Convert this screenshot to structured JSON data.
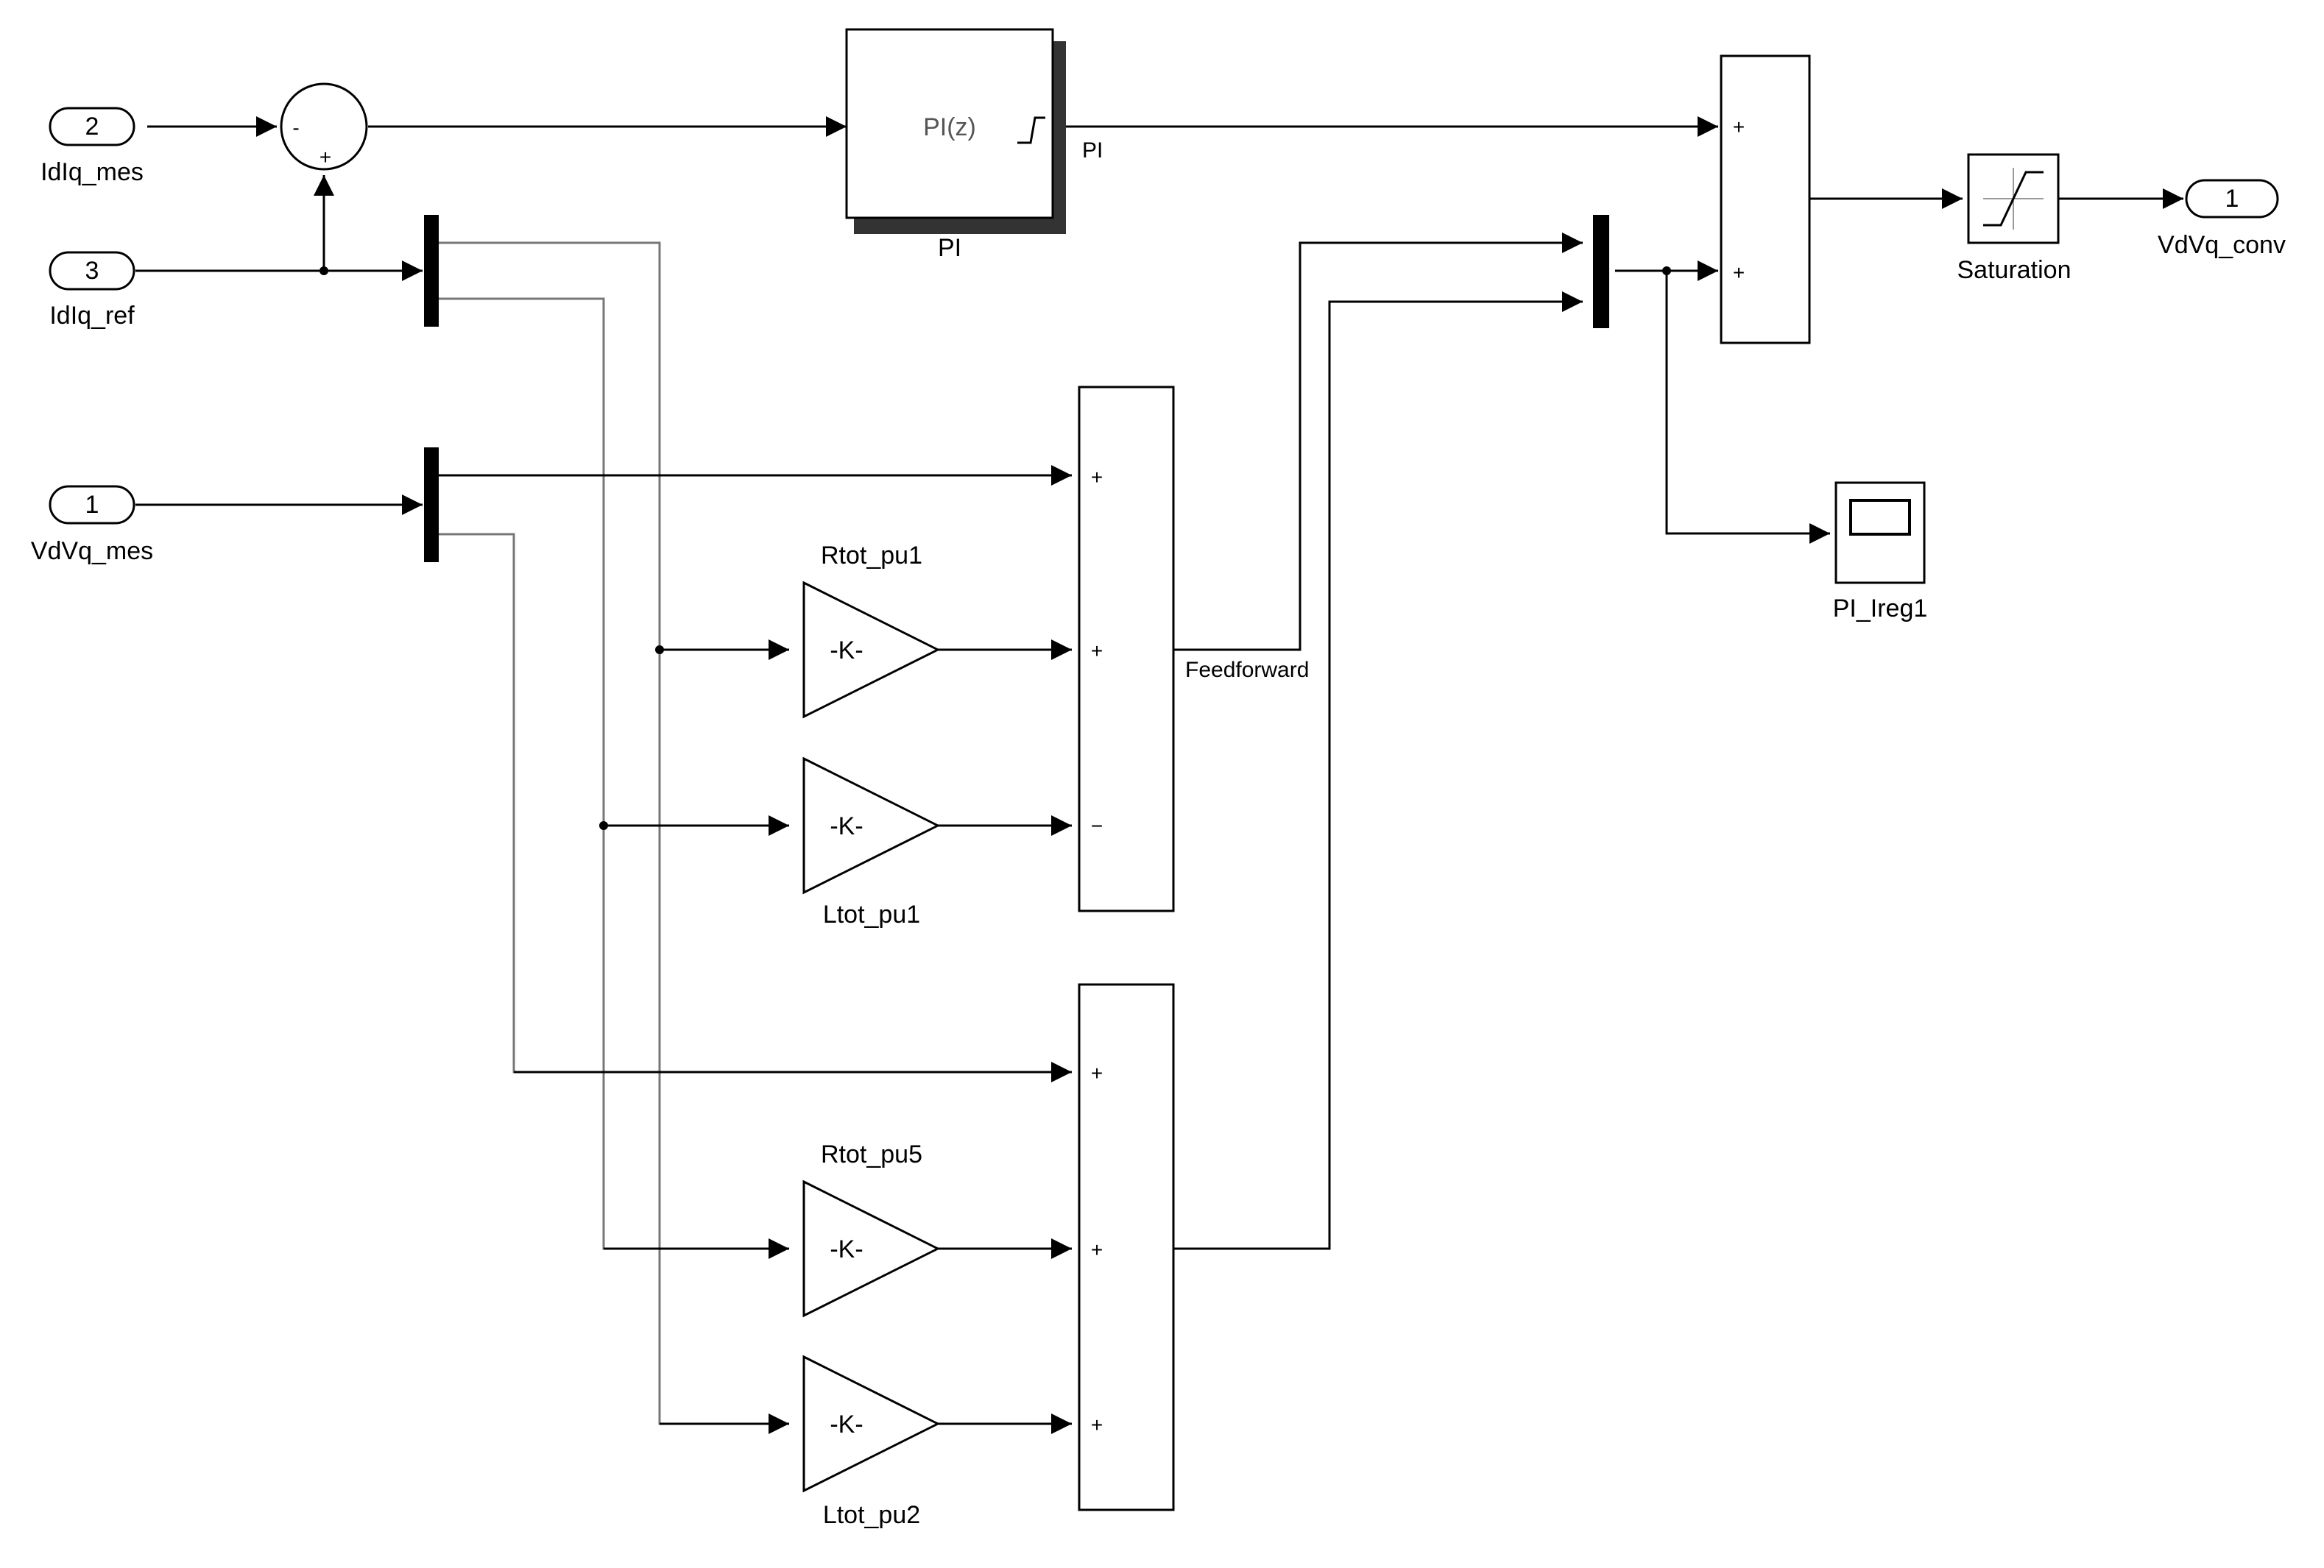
{
  "ports": {
    "in_idiq_mes": {
      "number": "2",
      "name": "IdIq_mes"
    },
    "in_idiq_ref": {
      "number": "3",
      "name": "IdIq_ref"
    },
    "in_vdvq_mes": {
      "number": "1",
      "name": "VdVq_mes"
    },
    "out_vdvq_conv": {
      "number": "1",
      "name": "VdVq_conv"
    }
  },
  "blocks": {
    "pi": {
      "name": "PI",
      "content": "PI(z)",
      "output_label": "PI"
    },
    "saturation": {
      "name": "Saturation"
    },
    "scope": {
      "name": "PI_Ireg1"
    },
    "gain_rtot1": {
      "name": "Rtot_pu1",
      "content": "-K-"
    },
    "gain_ltot1": {
      "name": "Ltot_pu1",
      "content": "-K-"
    },
    "gain_rtot5": {
      "name": "Rtot_pu5",
      "content": "-K-"
    },
    "gain_ltot2": {
      "name": "Ltot_pu2",
      "content": "-K-"
    }
  },
  "signals": {
    "feedforward": "Feedforward"
  },
  "signs": {
    "plus": "+",
    "minus": "−",
    "minus_short": "-"
  }
}
